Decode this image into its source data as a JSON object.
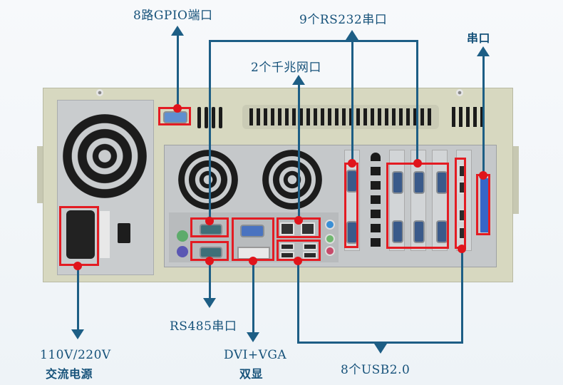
{
  "diagram": {
    "title": "Industrial PC rear panel interface diagram",
    "accent_color": "#16527a",
    "highlight_color": "#e31c23",
    "callouts": {
      "gpio": {
        "label": "8路GPIO端口"
      },
      "rs232": {
        "label": "9个RS232串口"
      },
      "lan": {
        "label": "2个千兆网口"
      },
      "serial": {
        "label": "串口"
      },
      "power": {
        "line1": "110V/220V",
        "line2": "交流电源"
      },
      "rs485": {
        "label": "RS485串口"
      },
      "display": {
        "line1": "DVI+VGA",
        "line2": "双显"
      },
      "usb": {
        "label": "8个USB2.0"
      }
    }
  }
}
